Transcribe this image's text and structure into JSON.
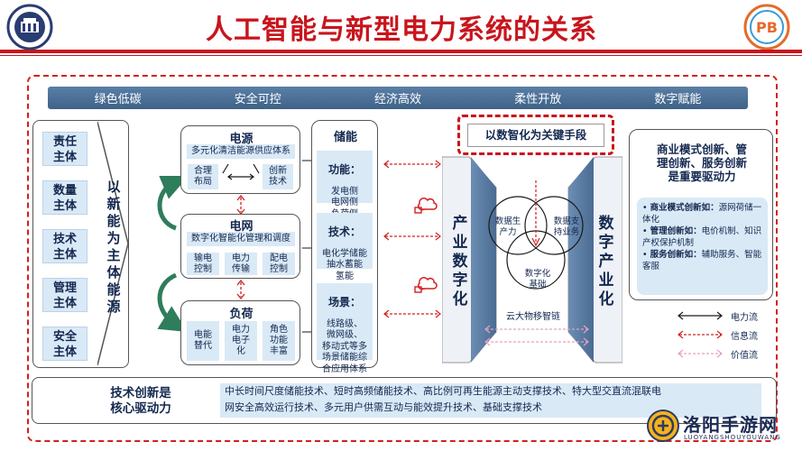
{
  "header": {
    "title": "人工智能与新型电力系统的关系",
    "logo_left": "university-seal",
    "logo_right_text": "PB"
  },
  "value_bar": [
    "绿色低碳",
    "安全可控",
    "经济高效",
    "柔性开放",
    "数字赋能"
  ],
  "subjects": {
    "items": [
      "责任\n主体",
      "数量\n主体",
      "技术\n主体",
      "管理\n主体",
      "安全\n主体"
    ],
    "driver": "以新能为主体能源"
  },
  "power_source": {
    "title": "电源",
    "bar": "多元化清洁能源供应体系",
    "cells": [
      "合理\n布局",
      "创新\n技术"
    ]
  },
  "grid": {
    "title": "电网",
    "bar": "数字化智能化管理和调度",
    "cells": [
      "输电\n控制",
      "电力\n传输",
      "配电\n控制"
    ]
  },
  "load": {
    "title": "负荷",
    "cells": [
      "电能\n替代",
      "电力\n电子\n化",
      "角色\n功能\n丰富"
    ]
  },
  "storage": {
    "title": "储能",
    "function": {
      "head": "功能：",
      "body": "发电侧\n电网侧\n负荷侧"
    },
    "tech": {
      "head": "技术：",
      "body": "电化学储能\n抽水蓄能\n氢能"
    },
    "scenario": {
      "head": "场景：",
      "body": "线路级、\n微网级、\n移动式等多\n场景储能综\n合应用体系"
    }
  },
  "digital": {
    "key_means": "以数智化为关键手段",
    "left_pillar": "产业数字化",
    "right_pillar": "数字产业化",
    "venn": [
      "数据生\n产力",
      "数据支\n持业务",
      "数字化\n基础"
    ],
    "cloud_caption": "云大物移智链"
  },
  "business": {
    "heading": "商业模式创新、管\n理创新、服务创新\n是重要驱动力",
    "items": [
      {
        "head": "商业模式创新如：",
        "body": "源网荷储一体化"
      },
      {
        "head": "管理创新如：",
        "body": "电价机制、知识产权保护机制"
      },
      {
        "head": "服务创新如：",
        "body": "辅助服务、智能客服"
      }
    ]
  },
  "legend": [
    {
      "label": "电力流",
      "color": "#1a1a1a",
      "style": "solid"
    },
    {
      "label": "信息流",
      "color": "#d3201f",
      "style": "dashed"
    },
    {
      "label": "价值流",
      "color": "#e6a0c2",
      "style": "dashed"
    }
  ],
  "bottom": {
    "heading": "技术创新是\n核心驱动力",
    "text_line1": "中长时间尺度储能技术、短时高频储能技术、高比例可再生能源主动支撑技术、特大型交直流混联电",
    "text_line2": "网安全高效运行技术、多元用户供需互动与能效提升技术、基础支撑技术"
  },
  "watermark": {
    "title": "洛阳手游网",
    "subtitle": "LUOYANGSHOUYOUWANG"
  },
  "colors": {
    "title_red": "#c8151d",
    "navy_text": "#13284f",
    "light_blue_fill": "#d9e9f6",
    "bar_blue": "#4a6d94",
    "green_arrow": "#2e7d5b"
  }
}
